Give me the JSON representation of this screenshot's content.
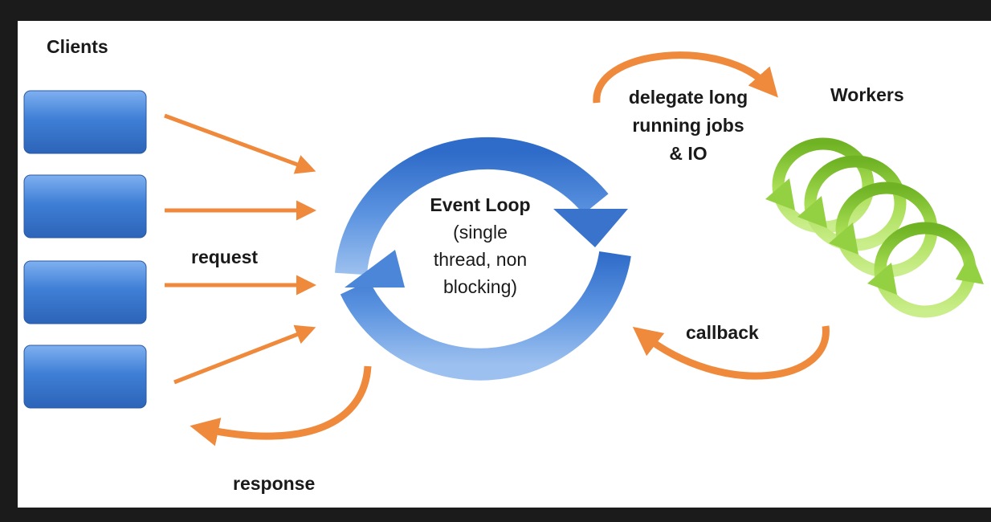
{
  "labels": {
    "clients": "Clients",
    "workers": "Workers",
    "request": "request",
    "response": "response",
    "callback": "callback",
    "delegate": [
      "delegate long",
      "running jobs",
      "& IO"
    ],
    "event_loop_title": "Event Loop",
    "event_loop_desc": [
      "(single",
      "thread, non",
      "blocking)"
    ]
  },
  "colors": {
    "client_box": "#3f7fd6",
    "event_loop_ring": "#4b86d9",
    "arrow": "#ef8a3c",
    "worker_ring": "#8fcc3c"
  }
}
